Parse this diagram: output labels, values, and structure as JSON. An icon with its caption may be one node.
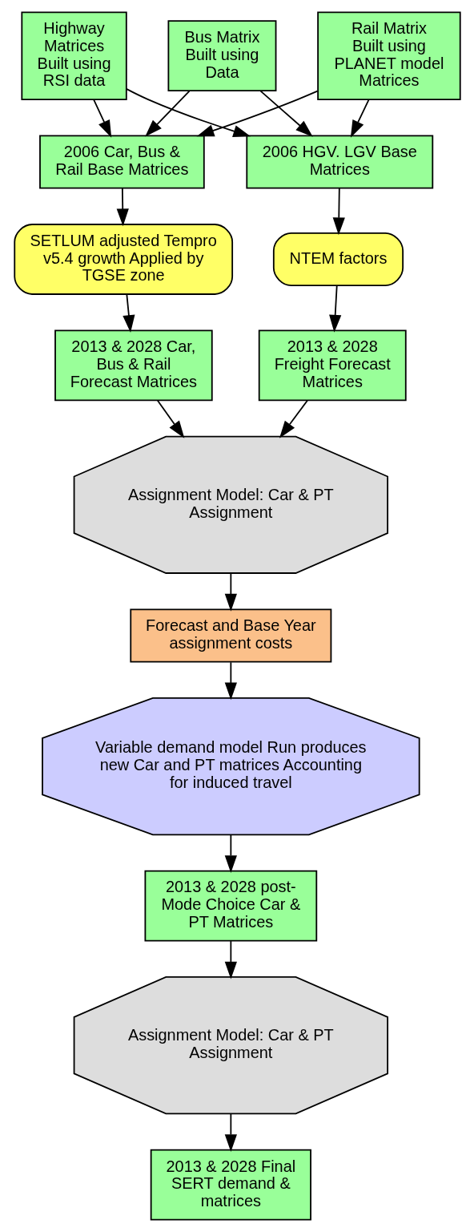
{
  "diagram": {
    "nodes": [
      {
        "text": [
          "Highway Matrices Built using RSI data"
        ]
      },
      {
        "text": [
          "Bus Matrix Built using Data"
        ]
      },
      {
        "text": [
          "Rail Matrix Built using PLANET model Matrices"
        ]
      },
      {
        "text": [
          "2006 Car, Bus & Rail Base Matrices"
        ]
      },
      {
        "text": [
          "2006 HGV. LGV Base Matrices"
        ]
      },
      {
        "text": [
          "SETLUM adjusted Tempro v5.4 growth Applied by TGSE zone"
        ]
      },
      {
        "text": [
          "NTEM factors"
        ]
      },
      {
        "text": [
          "2013 & 2028 Car, Bus & Rail Forecast Matrices"
        ]
      },
      {
        "text": [
          "2013 & 2028 Freight Forecast Matrices"
        ]
      },
      {
        "text": [
          "Assignment Model: Car & PT Assignment"
        ]
      },
      {
        "text": [
          "Forecast and Base Year assignment costs"
        ]
      },
      {
        "text": [
          "Variable demand model Run produces new Car and PT matrices Accounting for induced travel"
        ]
      },
      {
        "text": [
          "2013 & 2028 post-Mode Choice Car & PT Matrices"
        ]
      },
      {
        "text": [
          "Assignment Model: Car & PT Assignment"
        ]
      },
      {
        "text": [
          "2013 & 2028 Final SERT demand & matrices"
        ]
      }
    ],
    "edges": [
      {
        "from": 0,
        "to": 3,
        "arrow": "to"
      },
      {
        "from": 1,
        "to": 3,
        "arrow": "to"
      },
      {
        "from": 2,
        "to": 3,
        "arrow": "to"
      },
      {
        "from": 0,
        "to": 4,
        "arrow": "to"
      },
      {
        "from": 1,
        "to": 4,
        "arrow": "to"
      },
      {
        "from": 2,
        "to": 4,
        "arrow": "to"
      },
      {
        "from": 3,
        "to": 5,
        "arrow": "to"
      },
      {
        "from": 4,
        "to": 6,
        "arrow": "to"
      },
      {
        "from": 5,
        "to": 7,
        "arrow": "to"
      },
      {
        "from": 6,
        "to": 8,
        "arrow": "to"
      },
      {
        "from": 7,
        "to": 9,
        "arrow": "to"
      },
      {
        "from": 8,
        "to": 9,
        "arrow": "to"
      },
      {
        "from": 9,
        "to": 10,
        "arrow": "to"
      },
      {
        "from": 10,
        "to": 11,
        "arrow": "to"
      },
      {
        "from": 11,
        "to": 12,
        "arrow": "to"
      },
      {
        "from": 12,
        "to": 13,
        "arrow": "to"
      },
      {
        "from": 13,
        "to": 14,
        "arrow": "to"
      }
    ]
  }
}
